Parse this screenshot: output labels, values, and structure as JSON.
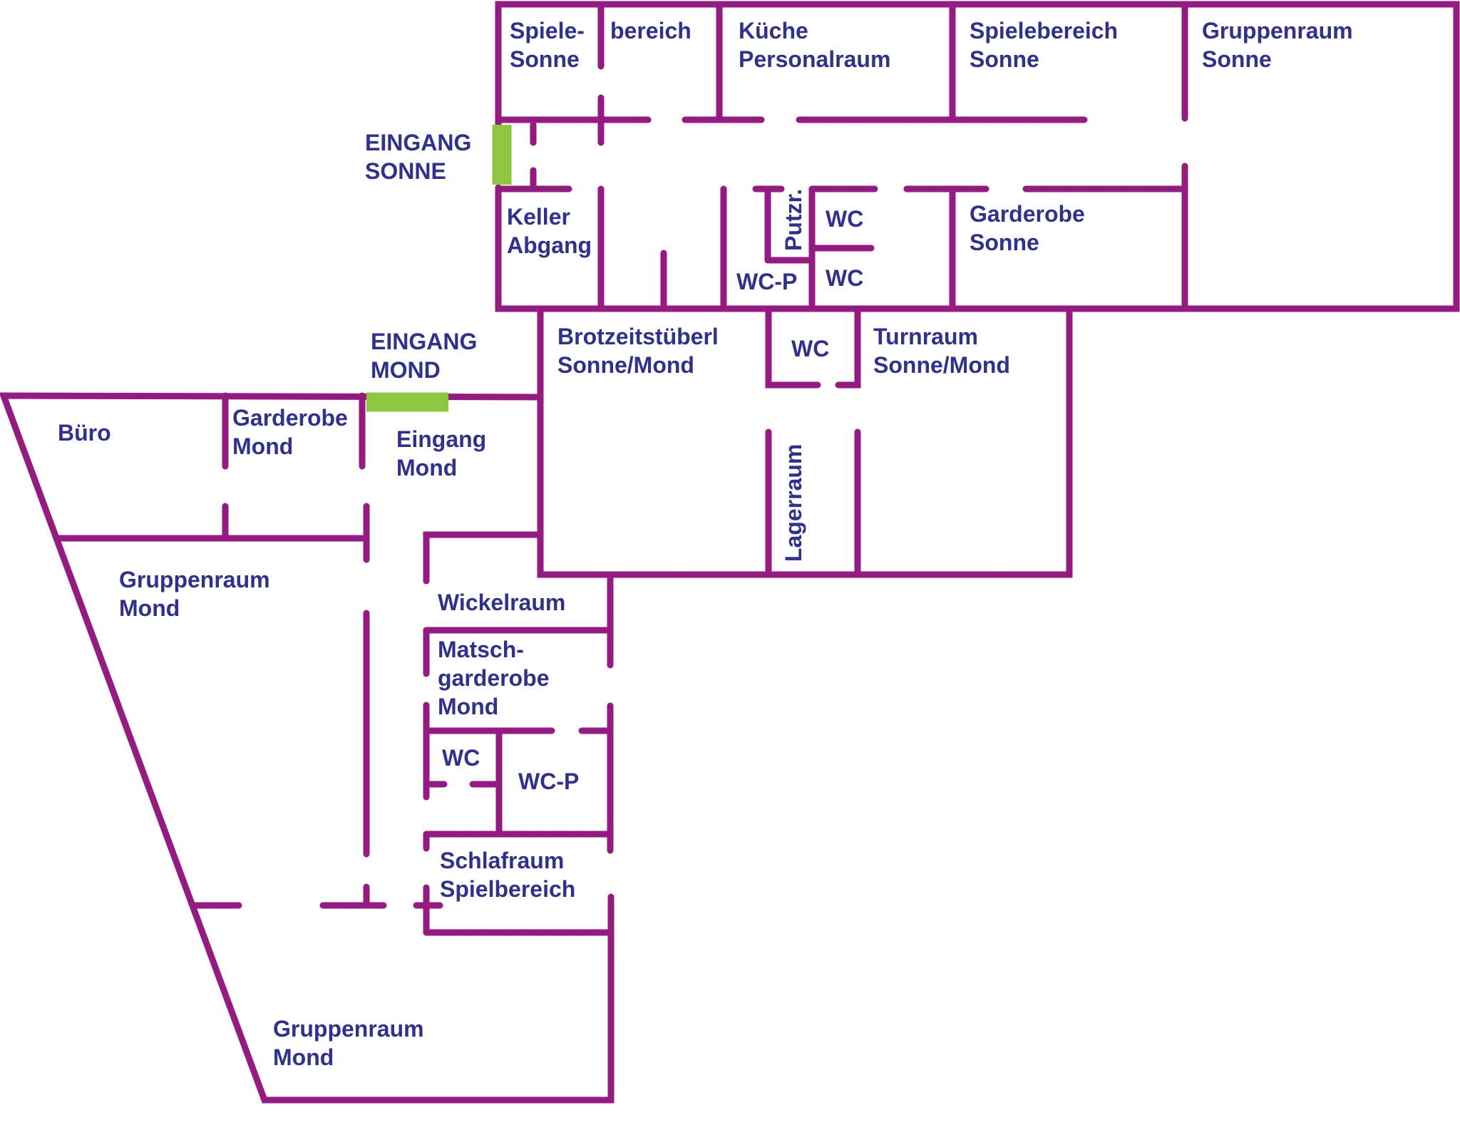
{
  "colors": {
    "wall": "#951A81",
    "entrance": "#8DC63F",
    "text": "#2E3192",
    "background": "#FFFFFF"
  },
  "entrances": {
    "sonne": [
      "EINGANG",
      "SONNE"
    ],
    "mond": [
      "EINGANG",
      "MOND"
    ]
  },
  "rooms": {
    "spiele_sonne": [
      "Spiele-",
      "Sonne"
    ],
    "bereich": [
      "bereich"
    ],
    "kueche": [
      "Küche",
      "Personalraum"
    ],
    "spielebereich_sonne": [
      "Spielebereich",
      "Sonne"
    ],
    "gruppenraum_sonne": [
      "Gruppenraum",
      "Sonne"
    ],
    "keller": [
      "Keller",
      "Abgang"
    ],
    "putzr": [
      "Putzr."
    ],
    "wc_top": [
      "WC"
    ],
    "wc_mid": [
      "WC"
    ],
    "wcp_sonne": [
      "WC-P"
    ],
    "garderobe_sonne": [
      "Garderobe",
      "Sonne"
    ],
    "brotzeit": [
      "Brotzeitstüberl",
      "Sonne/Mond"
    ],
    "wc_center": [
      "WC"
    ],
    "turnraum": [
      "Turnraum",
      "Sonne/Mond"
    ],
    "lagerraum": [
      "Lagerraum"
    ],
    "buero": [
      "Büro"
    ],
    "garderobe_mond": [
      "Garderobe",
      "Mond"
    ],
    "eingang_mond_room": [
      "Eingang",
      "Mond"
    ],
    "gruppenraum_mond_1": [
      "Gruppenraum",
      "Mond"
    ],
    "wickelraum": [
      "Wickelraum"
    ],
    "matsch": [
      "Matsch-",
      "garderobe",
      "Mond"
    ],
    "wc_mond": [
      "WC"
    ],
    "wcp_mond": [
      "WC-P"
    ],
    "schlafraum": [
      "Schlafraum",
      "Spielbereich"
    ],
    "gruppenraum_mond_2": [
      "Gruppenraum",
      "Mond"
    ]
  }
}
